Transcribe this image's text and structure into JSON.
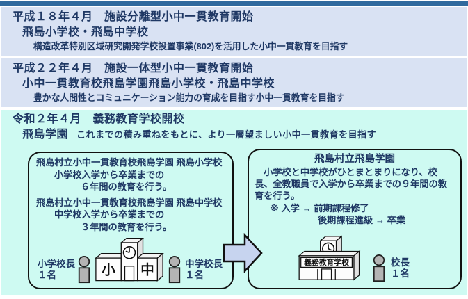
{
  "page": {
    "background": "#ffffff",
    "accent_bar_color": "#306a9e",
    "timeline_band_color": "#d9e2f3",
    "current_band_color": "#cefaf2",
    "text_color": "#1f3864"
  },
  "sections": [
    {
      "era": "平成１８年４月　施設分離型小中一貫教育開始",
      "school": "飛島小学校・飛島中学校",
      "note": "構造改革特別区域研究開発学校設置事業(802)を活用した小中一貫教育を目指す"
    },
    {
      "era": "平成２２年４月　施設一体型小中一貫教育開始",
      "school": "小中一貫教育校飛島学園飛島小学校・飛島中学校",
      "note": "豊かな人間性とコミュニケーション能力の育成を目指す小中一貫教育を目指す"
    },
    {
      "era": "令和２年４月　義務教育学校開校",
      "school": "飛島学園",
      "note": "これまでの積み重ねをもとに、より一層望ましい小中一貫教育を目指す"
    }
  ],
  "left_box": {
    "line1": "飛島村立小中一貫教育校飛島学園 飛島小学校",
    "line2": "小学校入学から卒業までの",
    "line3": "６年間の教育を行う。",
    "line4": "飛島村立小中一貫教育校飛島学園 飛島中学校",
    "line5": "中学校入学から卒業までの",
    "line6": "３年間の教育を行う。",
    "left_principal_label": "小学校長",
    "left_principal_count": "１名",
    "right_principal_label": "中学校長",
    "right_principal_count": "１名",
    "building": {
      "left_wing_label": "小",
      "right_wing_label": "中"
    }
  },
  "right_box": {
    "title": "飛島村立飛島学園",
    "body": "小学校と中学校がひとまとまりになり、校長、全教職員で入学から卒業までの９年間の教育を行う。",
    "note1": "※ 入学 → 前期課程修了",
    "note2": "後期課程進級 → 卒業",
    "building_label": "義務教育学校",
    "principal_label": "校長",
    "principal_count": "１名"
  }
}
